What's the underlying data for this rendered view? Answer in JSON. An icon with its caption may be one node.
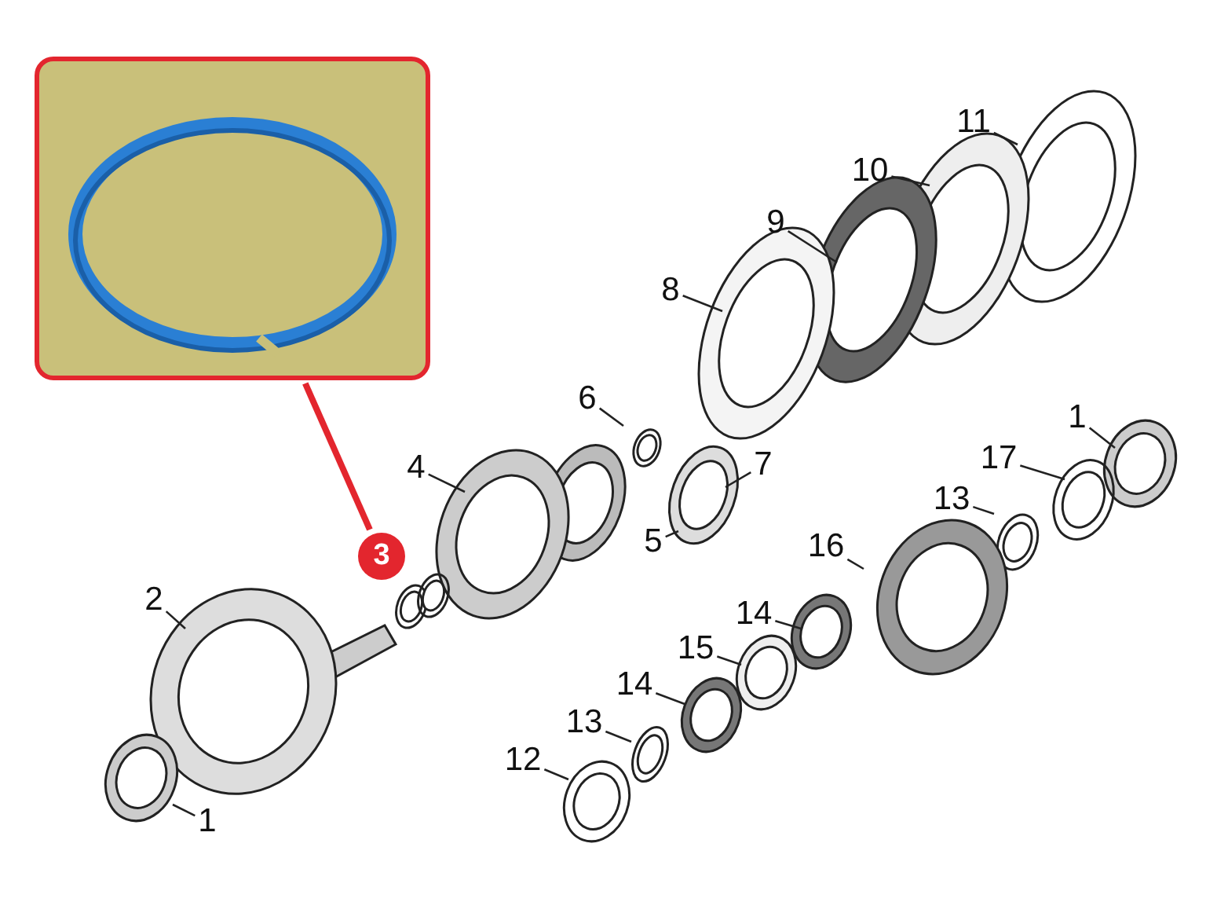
{
  "diagram": {
    "nodes": [
      {
        "text": [],
        "shape": "picture"
      },
      {
        "text": [
          "11"
        ]
      },
      {
        "text": [
          "10"
        ]
      },
      {
        "text": [
          "9"
        ]
      },
      {
        "text": [
          "8"
        ]
      },
      {
        "text": [
          "6"
        ]
      },
      {
        "text": [
          "1"
        ]
      },
      {
        "text": [
          "4"
        ]
      },
      {
        "text": [
          "17"
        ]
      },
      {
        "text": [
          "7"
        ]
      },
      {
        "text": [
          "13"
        ]
      },
      {
        "text": [
          "3"
        ]
      },
      {
        "text": [
          "5"
        ]
      },
      {
        "text": [
          "16"
        ]
      },
      {
        "text": [
          "2"
        ]
      },
      {
        "text": [
          "14"
        ]
      },
      {
        "text": [
          "15"
        ]
      },
      {
        "text": [
          "14"
        ]
      },
      {
        "text": [
          "13"
        ]
      },
      {
        "text": [
          "12"
        ]
      },
      {
        "text": [
          "1"
        ]
      }
    ],
    "edges": [
      {
        "from": 11,
        "to": 0,
        "arrow": "none",
        "style": "thick",
        "color": "#e3262e"
      },
      {
        "from": 1,
        "to": null,
        "arrow": "none"
      },
      {
        "from": 2,
        "to": null,
        "arrow": "none"
      },
      {
        "from": 3,
        "to": null,
        "arrow": "none"
      },
      {
        "from": 4,
        "to": null,
        "arrow": "none"
      },
      {
        "from": 5,
        "to": null,
        "arrow": "none"
      },
      {
        "from": 6,
        "to": null,
        "arrow": "none"
      },
      {
        "from": 7,
        "to": null,
        "arrow": "none"
      },
      {
        "from": 8,
        "to": null,
        "arrow": "none"
      },
      {
        "from": 9,
        "to": null,
        "arrow": "none"
      },
      {
        "from": 10,
        "to": null,
        "arrow": "none"
      },
      {
        "from": 12,
        "to": null,
        "arrow": "none"
      },
      {
        "from": 13,
        "to": null,
        "arrow": "none"
      },
      {
        "from": 14,
        "to": null,
        "arrow": "none"
      },
      {
        "from": 15,
        "to": null,
        "arrow": "none"
      },
      {
        "from": 16,
        "to": null,
        "arrow": "none"
      },
      {
        "from": 17,
        "to": null,
        "arrow": "none"
      },
      {
        "from": 18,
        "to": null,
        "arrow": "none"
      },
      {
        "from": 19,
        "to": null,
        "arrow": "none"
      },
      {
        "from": 20,
        "to": null,
        "arrow": "none"
      }
    ]
  }
}
